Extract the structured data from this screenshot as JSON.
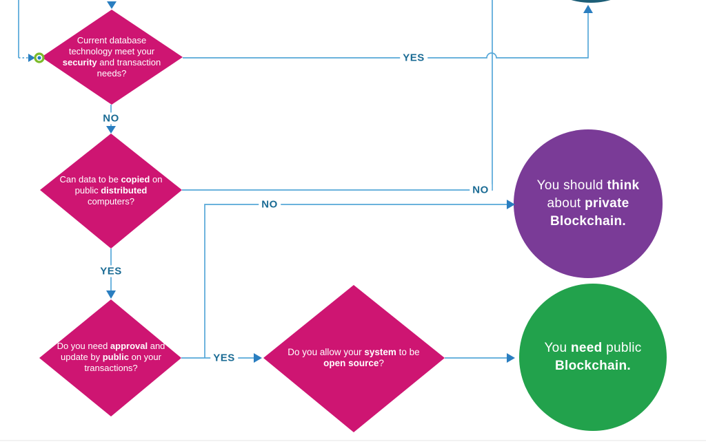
{
  "palette": {
    "magenta": "#CE1572",
    "purple": "#7A3B97",
    "green": "#22A24C",
    "teal_dark": "#1D5E77",
    "line_blue": "#55A7D8",
    "arrow_blue": "#2A7EC0",
    "label_blue": "#1A6B94",
    "marker_ring_green": "#7CBB2A",
    "marker_dot_blue": "#2180BA",
    "divider_gray": "#EDEDED",
    "node_text": "#FFFFFF"
  },
  "nodes": {
    "security": {
      "shape": "diamond",
      "color": "#CE1572",
      "parts": [
        {
          "t": "Current database technology meet your "
        },
        {
          "t": "security",
          "b": true
        },
        {
          "t": " and transaction needs?"
        }
      ]
    },
    "copied": {
      "shape": "diamond",
      "color": "#CE1572",
      "parts": [
        {
          "t": "Can data to be "
        },
        {
          "t": "copied",
          "b": true
        },
        {
          "t": " on public "
        },
        {
          "t": "distributed",
          "b": true
        },
        {
          "t": " computers?"
        }
      ]
    },
    "approval": {
      "shape": "diamond",
      "color": "#CE1572",
      "parts": [
        {
          "t": "Do you need "
        },
        {
          "t": "approval",
          "b": true
        },
        {
          "t": " and update by "
        },
        {
          "t": "public",
          "b": true
        },
        {
          "t": " on your transactions?"
        }
      ]
    },
    "open_source": {
      "shape": "diamond",
      "color": "#CE1572",
      "parts": [
        {
          "t": "Do you allow your "
        },
        {
          "t": "system",
          "b": true
        },
        {
          "t": " to be "
        },
        {
          "t": "open source",
          "b": true
        },
        {
          "t": "?"
        }
      ]
    },
    "private_result": {
      "shape": "circle",
      "color": "#7A3B97",
      "parts": [
        {
          "t": "You should "
        },
        {
          "t": "think",
          "b": true
        },
        {
          "t": " about "
        },
        {
          "t": "private",
          "b": true
        },
        {
          "t": " "
        },
        {
          "t": "Blockchain.",
          "b": true
        }
      ]
    },
    "public_result": {
      "shape": "circle",
      "color": "#22A24C",
      "parts": [
        {
          "t": "You "
        },
        {
          "t": "need",
          "b": true
        },
        {
          "t": " public "
        },
        {
          "t": "Blockchain.",
          "b": true
        }
      ]
    },
    "offscreen_result": {
      "shape": "circle-partial",
      "color": "#1D5E77"
    }
  },
  "edge_labels": {
    "security_yes": "YES",
    "security_no": "NO",
    "copied_no": "NO",
    "copied_yes": "YES",
    "approval_no": "NO",
    "approval_yes": "YES"
  }
}
